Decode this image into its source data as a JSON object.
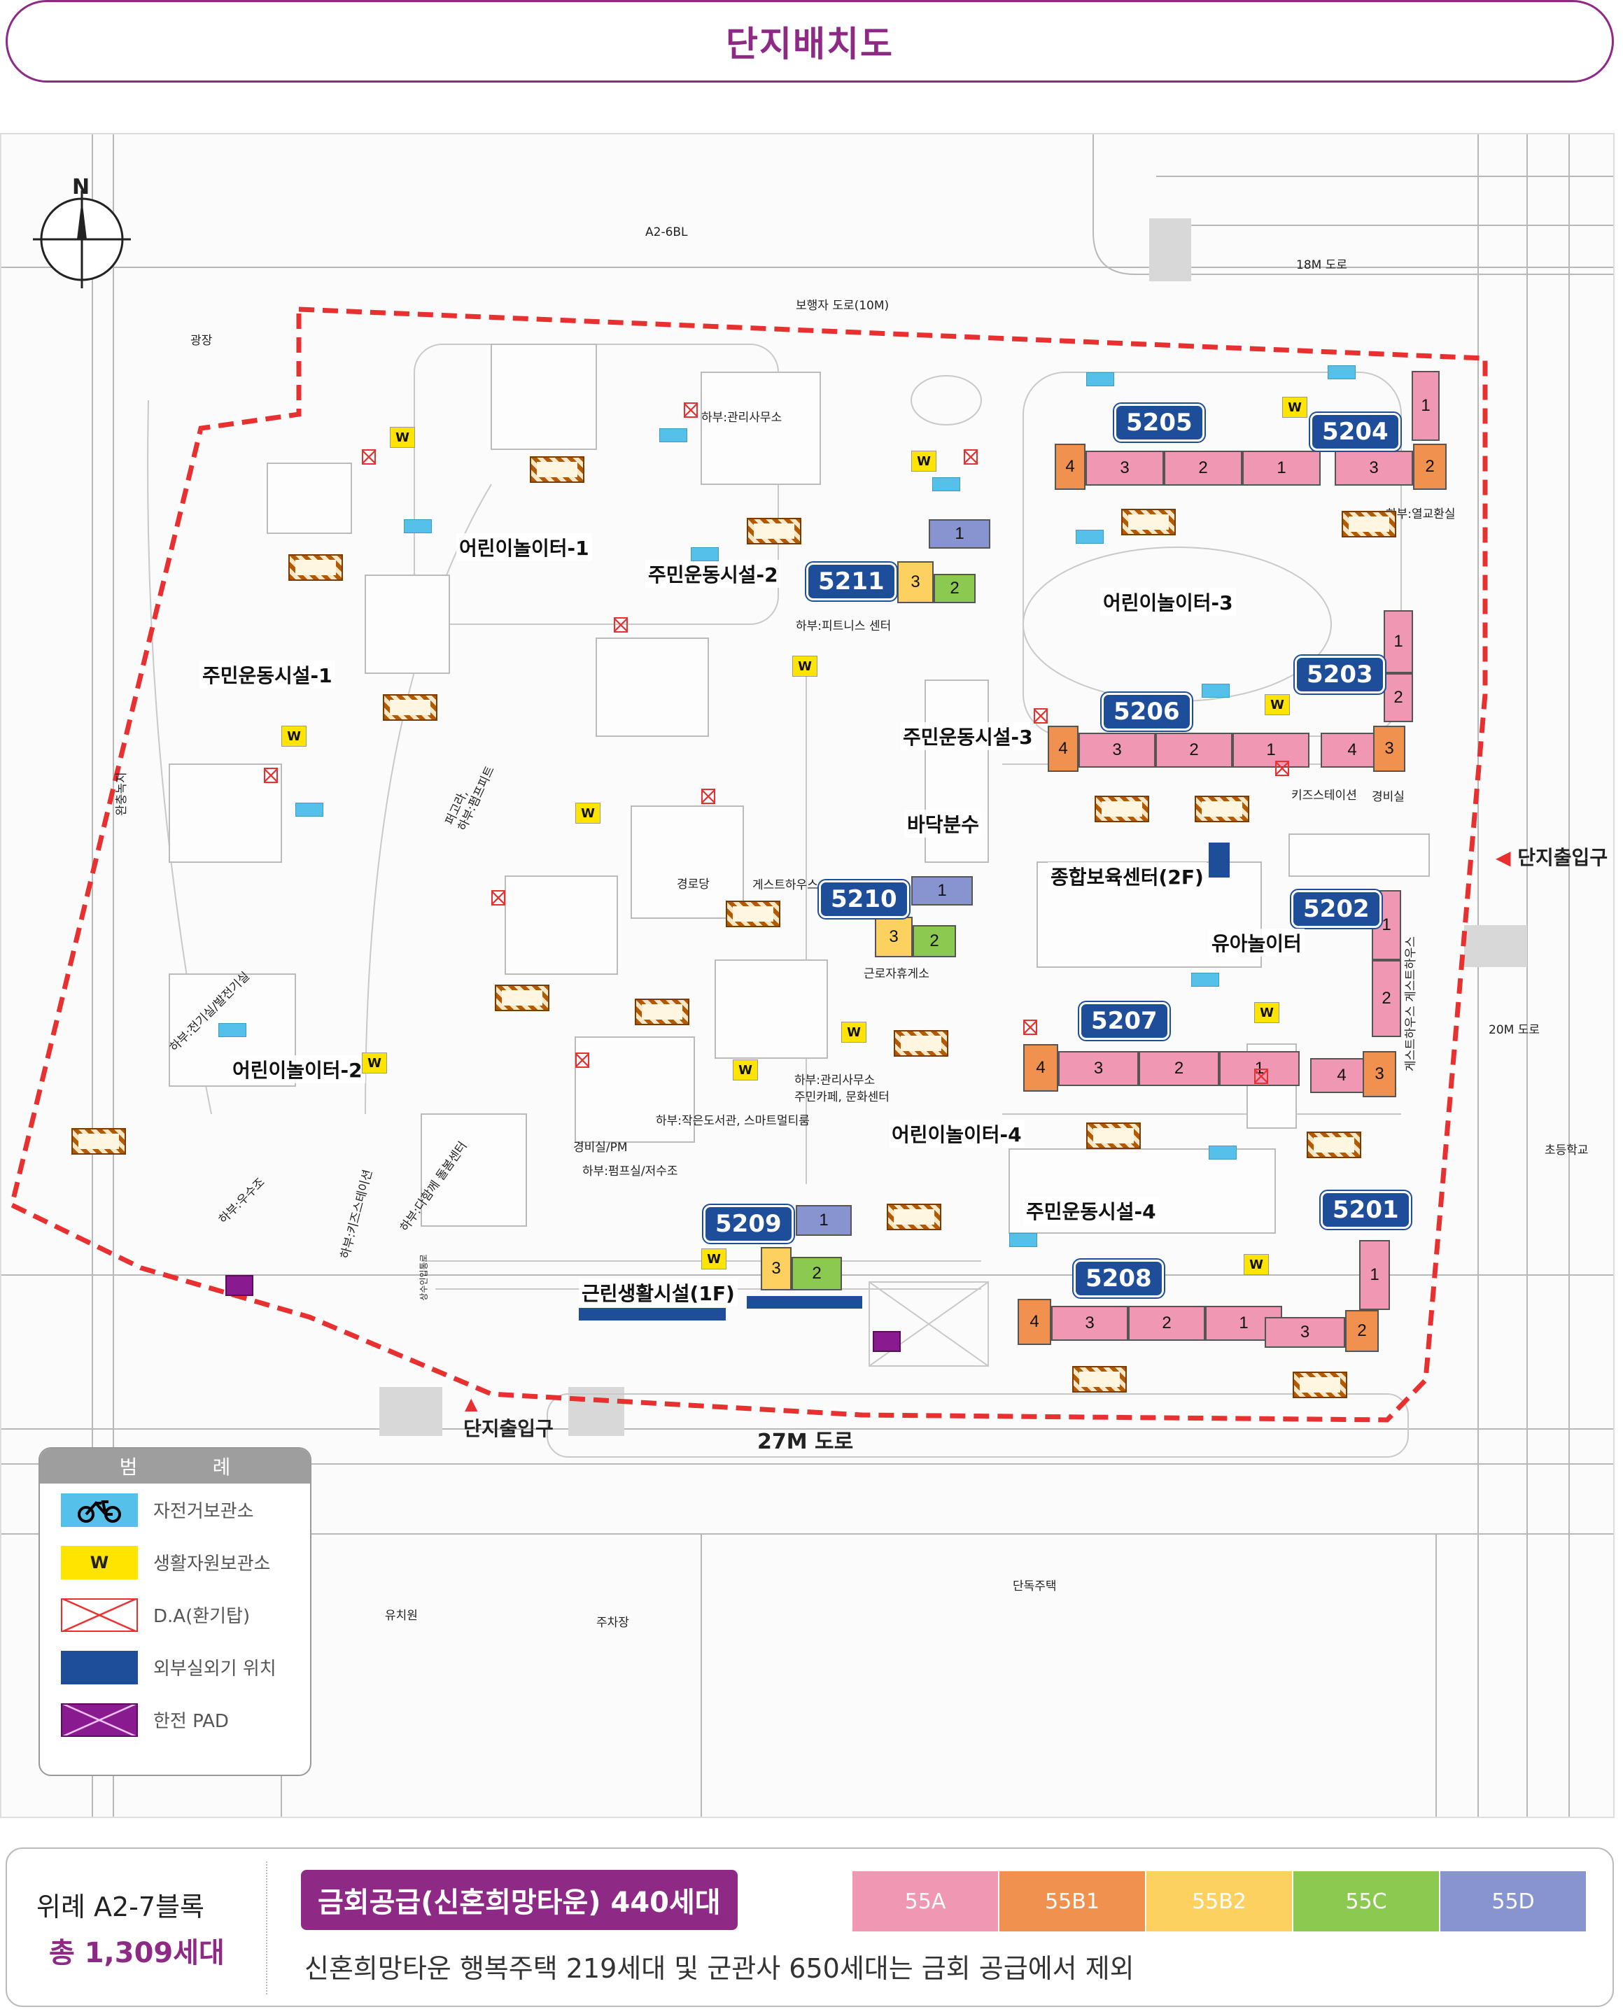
{
  "header": {
    "title": "단지배치도"
  },
  "map": {
    "compass": "N",
    "roads": {
      "a2_6bl": "A2-6BL",
      "road_18m": "18M 도로",
      "pedestrian_10m": "보행자 도로(10M)",
      "plaza": "광장",
      "green_buffer": "완충녹지",
      "road_20m": "20M 도로",
      "road_27m": "27M 도로",
      "school": "초등학교",
      "kindergarten": "유치원",
      "parking": "주차장",
      "detached_housing": "단독주택"
    },
    "entrances": {
      "east": "단지출입구",
      "south": "단지출입구"
    },
    "buildings": [
      {
        "no": "5205",
        "units": [
          "4",
          "3",
          "2",
          "1"
        ]
      },
      {
        "no": "5204",
        "units": [
          "3",
          "2",
          "1"
        ]
      },
      {
        "no": "5211",
        "units": [
          "3",
          "2",
          "1"
        ]
      },
      {
        "no": "5206",
        "units": [
          "4",
          "3",
          "2",
          "1"
        ]
      },
      {
        "no": "5203",
        "units": [
          "4",
          "3",
          "2",
          "1"
        ]
      },
      {
        "no": "5210",
        "units": [
          "3",
          "2",
          "1"
        ]
      },
      {
        "no": "5202",
        "units": [
          "2",
          "1"
        ]
      },
      {
        "no": "5207",
        "units": [
          "4",
          "3",
          "2",
          "1",
          "4",
          "3"
        ]
      },
      {
        "no": "5209",
        "units": [
          "3",
          "2",
          "1"
        ]
      },
      {
        "no": "5201",
        "units": [
          "1"
        ]
      },
      {
        "no": "5208",
        "units": [
          "4",
          "3",
          "2",
          "1",
          "3",
          "2"
        ]
      }
    ],
    "facilities": {
      "playground1": "어린이놀이터-1",
      "playground2": "어린이놀이터-2",
      "playground3": "어린이놀이터-3",
      "playground4": "어린이놀이터-4",
      "fitness1": "주민운동시설-1",
      "fitness2": "주민운동시설-2",
      "fitness3": "주민운동시설-3",
      "fitness4": "주민운동시설-4",
      "floor_fountain": "바닥분수",
      "daycare": "종합보육센터(2F)",
      "toddler_playground": "유아놀이터",
      "neighborhood": "근린생활시설(1F)",
      "mgmt_office": "하부:관리사무소",
      "heat_room": "하부:열교환실",
      "fitness_center": "하부:피트니스 센터",
      "kids_station": "키즈스테이션",
      "guard": "경비실",
      "pergola": "퍼고라,\n하부:펌프피트",
      "senior_center": "경로당",
      "guesthouse": "게스트하우스",
      "rest_area": "근로자휴게소",
      "guesthouse_east": "게스트하우스 게스트하우스",
      "elec_room": "하부:전기실/발전기실",
      "mgmt_cafe": "하부:관리사무소\n주민카페, 문화센터",
      "library": "하부:작은도서관, 스마트멀티룸",
      "guard_pm": "경비실/PM",
      "pump_room": "하부:펌프실/저수조",
      "water_tank": "하부:우수조",
      "kids_station2": "하부:키즈스테이션",
      "care_center": "하부:다함께 돌봄센터",
      "water_supply": "상수인입통로"
    }
  },
  "legend": {
    "title_left": "범",
    "title_right": "례",
    "items": [
      {
        "icon": "bicycle-icon",
        "label": "자전거보관소"
      },
      {
        "icon": "w-icon",
        "label": "생활자원보관소"
      },
      {
        "icon": "da-icon",
        "label": "D.A(환기탑)"
      },
      {
        "icon": "outdoor-unit-icon",
        "label": "외부실외기 위치"
      },
      {
        "icon": "kepco-pad-icon",
        "label": "한전 PAD"
      }
    ]
  },
  "footer": {
    "location": "위례 A2-7블록",
    "total": "총 1,309세대",
    "supply_title": "금회공급(신혼희망타운) 440세대",
    "note": "신혼희망타운 행복주택 219세대 및 군관사 650세대는 금회 공급에서 제외",
    "types": [
      {
        "label": "55A",
        "color": "#ef97b3"
      },
      {
        "label": "55B1",
        "color": "#f0914f"
      },
      {
        "label": "55B2",
        "color": "#fcd160"
      },
      {
        "label": "55C",
        "color": "#8cc950"
      },
      {
        "label": "55D",
        "color": "#8894cf"
      }
    ]
  },
  "colors": {
    "accent": "#8e2a86",
    "boundary": "#e83030",
    "building_tag": "#1e4d9a"
  }
}
